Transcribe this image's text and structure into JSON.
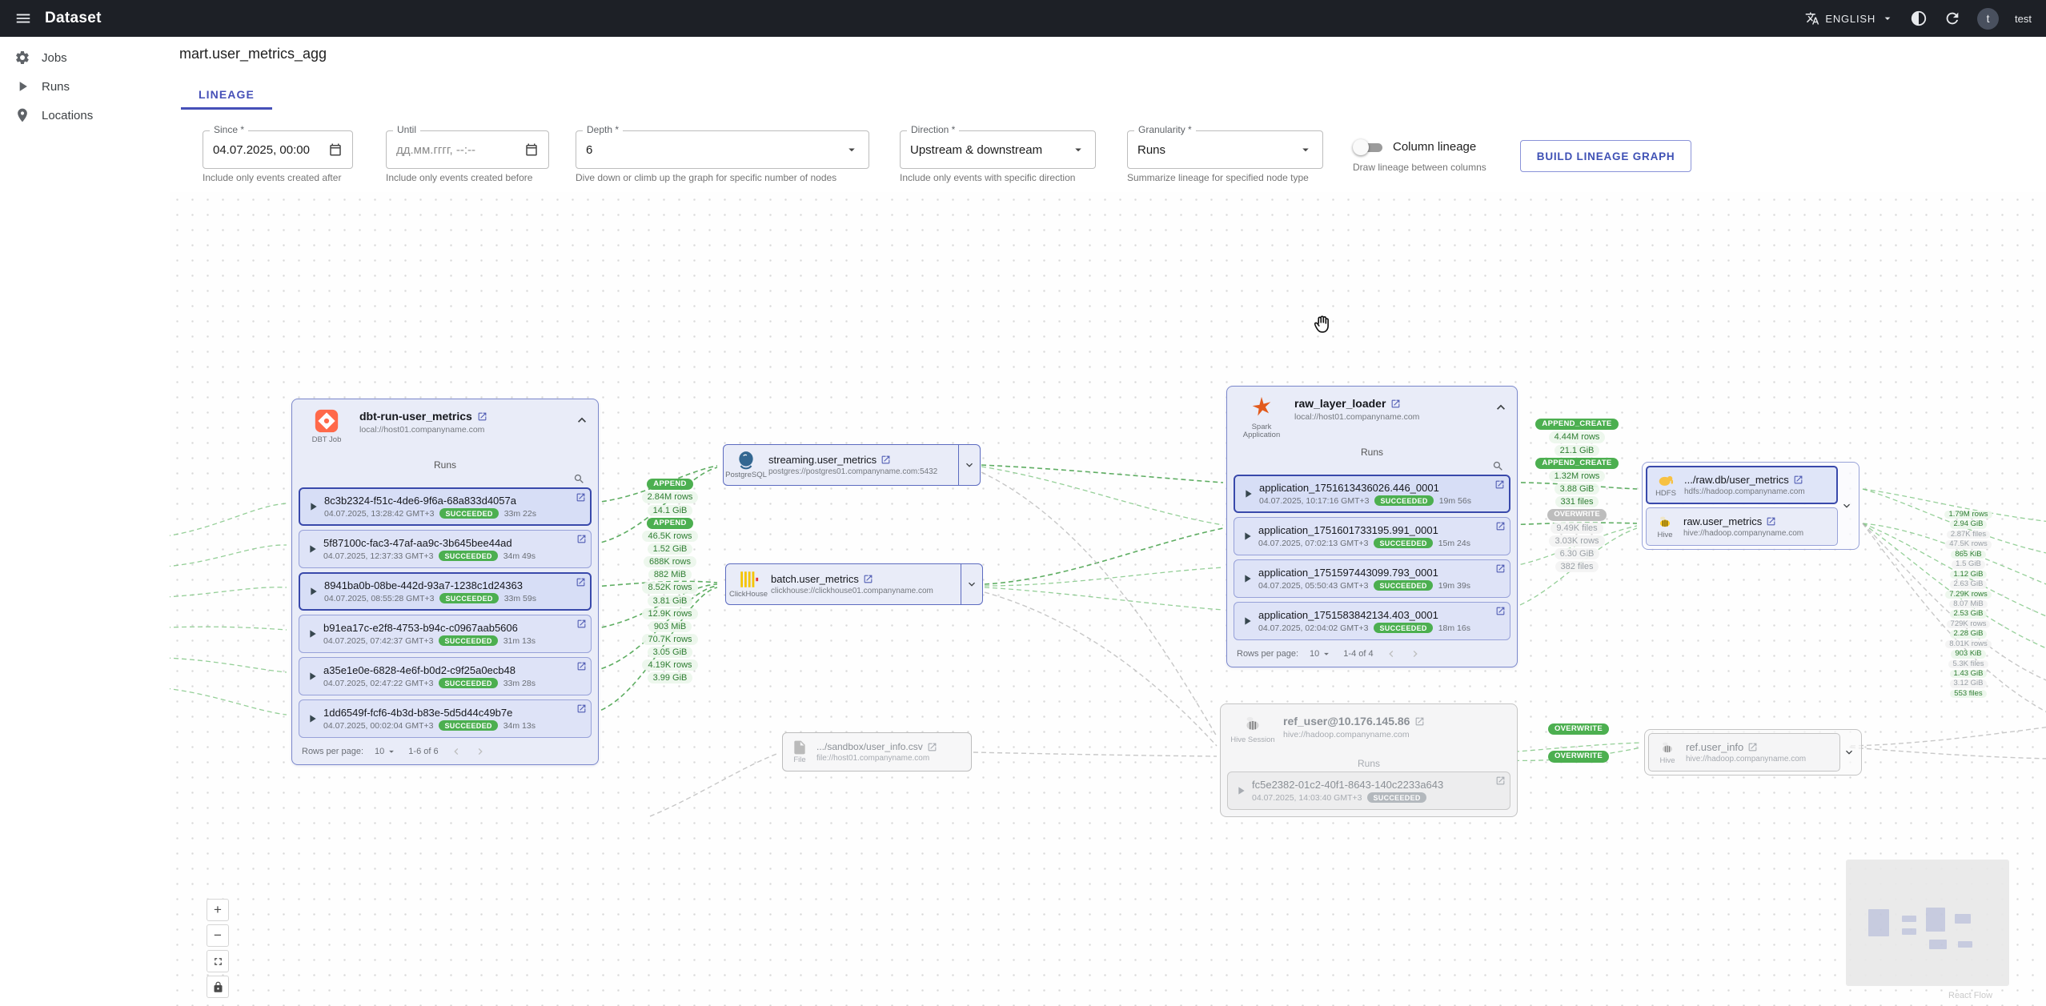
{
  "topbar": {
    "title": "Dataset",
    "language": "ENGLISH",
    "username": "test",
    "avatar_initial": "t"
  },
  "sidebar": {
    "items": [
      {
        "label": "Jobs"
      },
      {
        "label": "Runs"
      },
      {
        "label": "Locations"
      }
    ]
  },
  "page": {
    "dataset_name": "mart.user_metrics_agg",
    "tab": "LINEAGE"
  },
  "filters": {
    "since": {
      "label": "Since *",
      "value": "04.07.2025, 00:00",
      "helper": "Include only events created after"
    },
    "until": {
      "label": "Until",
      "value": "дд.мм.гггг, --:--",
      "helper": "Include only events created before"
    },
    "depth": {
      "label": "Depth *",
      "value": "6",
      "helper": "Dive down or climb up the graph for specific number of nodes"
    },
    "direction": {
      "label": "Direction *",
      "value": "Upstream & downstream",
      "helper": "Include only events with specific direction"
    },
    "granularity": {
      "label": "Granularity *",
      "value": "Runs",
      "helper": "Summarize lineage for specified node type"
    },
    "column_lineage": {
      "label": "Column lineage",
      "helper": "Draw lineage between columns"
    },
    "build_button": "BUILD LINEAGE GRAPH"
  },
  "graph": {
    "dbt_job": {
      "type": "DBT Job",
      "title": "dbt-run-user_metrics",
      "url": "local://host01.companyname.com",
      "runs_label": "Runs",
      "runs": [
        {
          "id": "8c3b2324-f51c-4de6-9f6a-68a833d4057a",
          "date": "04.07.2025, 13:28:42 GMT+3",
          "status": "SUCCEEDED",
          "duration": "33m 22s"
        },
        {
          "id": "5f87100c-fac3-47af-aa9c-3b645bee44ad",
          "date": "04.07.2025, 12:37:33 GMT+3",
          "status": "SUCCEEDED",
          "duration": "34m 49s"
        },
        {
          "id": "8941ba0b-08be-442d-93a7-1238c1d24363",
          "date": "04.07.2025, 08:55:28 GMT+3",
          "status": "SUCCEEDED",
          "duration": "33m 59s"
        },
        {
          "id": "b91ea17c-e2f8-4753-b94c-c0967aab5606",
          "date": "04.07.2025, 07:42:37 GMT+3",
          "status": "SUCCEEDED",
          "duration": "31m 13s"
        },
        {
          "id": "a35e1e0e-6828-4e6f-b0d2-c9f25a0ecb48",
          "date": "04.07.2025, 02:47:22 GMT+3",
          "status": "SUCCEEDED",
          "duration": "33m 28s"
        },
        {
          "id": "1dd6549f-fcf6-4b3d-b83e-5d5d44c49b7e",
          "date": "04.07.2025, 00:02:04 GMT+3",
          "status": "SUCCEEDED",
          "duration": "34m 13s"
        }
      ],
      "pager": {
        "label": "Rows per page:",
        "value": "10",
        "range": "1-6 of 6"
      }
    },
    "streaming": {
      "type": "PostgreSQL",
      "title": "streaming.user_metrics",
      "url": "postgres://postgres01.companyname.com:5432"
    },
    "batch": {
      "type": "ClickHouse",
      "title": "batch.user_metrics",
      "url": "clickhouse://clickhouse01.companyname.com"
    },
    "spark_app": {
      "type": "Spark Application",
      "title": "raw_layer_loader",
      "url": "local://host01.companyname.com",
      "runs_label": "Runs",
      "runs": [
        {
          "id": "application_1751613436026.446_0001",
          "date": "04.07.2025, 10:17:16 GMT+3",
          "status": "SUCCEEDED",
          "duration": "19m 56s"
        },
        {
          "id": "application_1751601733195.991_0001",
          "date": "04.07.2025, 07:02:13 GMT+3",
          "status": "SUCCEEDED",
          "duration": "15m 24s"
        },
        {
          "id": "application_1751597443099.793_0001",
          "date": "04.07.2025, 05:50:43 GMT+3",
          "status": "SUCCEEDED",
          "duration": "19m 39s"
        },
        {
          "id": "application_1751583842134.403_0001",
          "date": "04.07.2025, 02:04:02 GMT+3",
          "status": "SUCCEEDED",
          "duration": "18m 16s"
        }
      ],
      "pager": {
        "label": "Rows per page:",
        "value": "10",
        "range": "1-4 of 4"
      }
    },
    "hdfs_dataset": {
      "type": "HDFS",
      "title": ".../raw.db/user_metrics",
      "url": "hdfs://hadoop.companyname.com"
    },
    "hive_dataset": {
      "type": "Hive",
      "title": "raw.user_metrics",
      "url": "hive://hadoop.companyname.com"
    },
    "file_dataset": {
      "type": "File",
      "title": ".../sandbox/user_info.csv",
      "url": "file://host01.companyname.com"
    },
    "hive_session": {
      "type": "Hive Session",
      "title": "ref_user@10.176.145.86",
      "url": "hive://hadoop.companyname.com",
      "runs_label": "Runs",
      "runs": [
        {
          "id": "fc5e2382-01c2-40f1-8643-140c2233a643",
          "date": "04.07.2025, 14:03:40 GMT+3",
          "status": "SUCCEEDED"
        }
      ]
    },
    "ref_dataset": {
      "type": "Hive",
      "title": "ref.user_info",
      "url": "hive://hadoop.companyname.com"
    },
    "edge_stats": {
      "left": [
        {
          "text": "APPEND",
          "kind": "chip"
        },
        {
          "text": "2.84M rows",
          "kind": "green"
        },
        {
          "text": "14.1 GiB",
          "kind": "green"
        },
        {
          "text": "APPEND",
          "kind": "chip"
        },
        {
          "text": "46.5K rows",
          "kind": "green"
        },
        {
          "text": "1.52 GiB",
          "kind": "green"
        },
        {
          "text": "688K rows",
          "kind": "green"
        },
        {
          "text": "882 MiB",
          "kind": "green"
        },
        {
          "text": "8.52K rows",
          "kind": "green"
        },
        {
          "text": "3.81 GiB",
          "kind": "green"
        },
        {
          "text": "12.9K rows",
          "kind": "green"
        },
        {
          "text": "903 MiB",
          "kind": "green"
        },
        {
          "text": "70.7K rows",
          "kind": "green"
        },
        {
          "text": "3.05 GiB",
          "kind": "green"
        },
        {
          "text": "4.19K rows",
          "kind": "green"
        },
        {
          "text": "3.99 GiB",
          "kind": "green"
        }
      ],
      "mid_right": [
        {
          "text": "APPEND_CREATE",
          "kind": "chip"
        },
        {
          "text": "4.44M rows",
          "kind": "green"
        },
        {
          "text": "21.1 GiB",
          "kind": "green"
        },
        {
          "text": "APPEND_CREATE",
          "kind": "chip"
        },
        {
          "text": "1.32M rows",
          "kind": "green"
        },
        {
          "text": "3.88 GiB",
          "kind": "green"
        },
        {
          "text": "331 files",
          "kind": "green"
        },
        {
          "text": "OVERWRITE",
          "kind": "chip-gray"
        },
        {
          "text": "9.49K files",
          "kind": "gray"
        },
        {
          "text": "3.03K rows",
          "kind": "gray"
        },
        {
          "text": "6.30 GiB",
          "kind": "gray"
        },
        {
          "text": "382 files",
          "kind": "gray"
        }
      ],
      "far_right": [
        {
          "text": "1.79M rows",
          "kind": "green"
        },
        {
          "text": "2.94 GiB",
          "kind": "green"
        },
        {
          "text": "2.87K files",
          "kind": "gray"
        },
        {
          "text": "47.5K rows",
          "kind": "gray"
        },
        {
          "text": "865 KiB",
          "kind": "green"
        },
        {
          "text": "1.5 GiB",
          "kind": "gray"
        },
        {
          "text": "1.12 GiB",
          "kind": "green"
        },
        {
          "text": "2.63 GiB",
          "kind": "gray"
        },
        {
          "text": "7.29K rows",
          "kind": "green"
        },
        {
          "text": "8.07 MiB",
          "kind": "gray"
        },
        {
          "text": "2.53 GiB",
          "kind": "green"
        },
        {
          "text": "729K rows",
          "kind": "gray"
        },
        {
          "text": "2.28 GiB",
          "kind": "green"
        },
        {
          "text": "8.01K rows",
          "kind": "gray"
        },
        {
          "text": "903 KiB",
          "kind": "green"
        },
        {
          "text": "5.3K files",
          "kind": "gray"
        },
        {
          "text": "1.43 GiB",
          "kind": "green"
        },
        {
          "text": "3.12 GiB",
          "kind": "gray"
        },
        {
          "text": "553 files",
          "kind": "green"
        }
      ],
      "bottom": [
        {
          "text": "OVERWRITE",
          "kind": "chip"
        },
        {
          "text": "OVERWRITE",
          "kind": "chip"
        }
      ]
    },
    "attribution": "React Flow"
  }
}
